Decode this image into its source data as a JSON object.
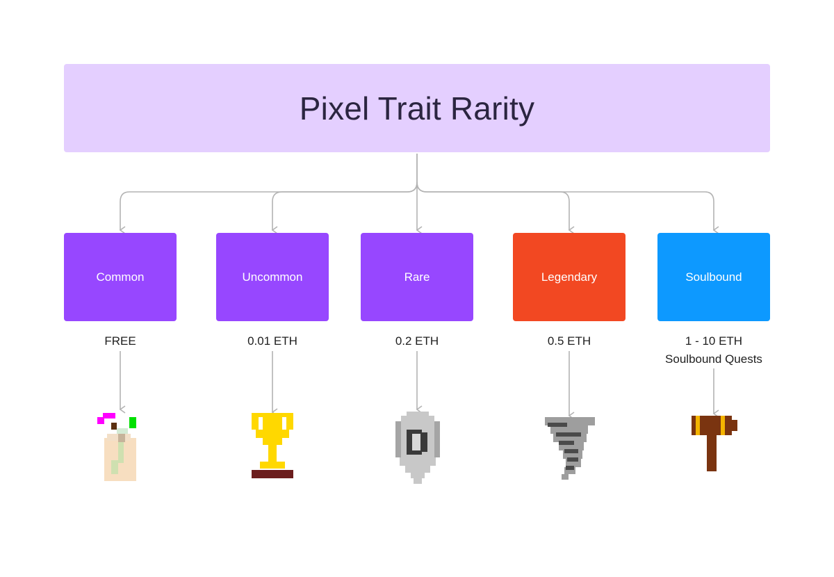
{
  "title": "Pixel Trait Rarity",
  "colors": {
    "title_bg": "#e4cfff",
    "connector": "#b3b3b3",
    "common": "#9747ff",
    "uncommon": "#9747ff",
    "rare": "#9747ff",
    "legendary": "#f24822",
    "soulbound": "#0d99ff"
  },
  "tiers": [
    {
      "label": "Common",
      "price": "FREE",
      "note": "",
      "icon": "potion-icon"
    },
    {
      "label": "Uncommon",
      "price": "0.01 ETH",
      "note": "",
      "icon": "trophy-icon"
    },
    {
      "label": "Rare",
      "price": "0.2 ETH",
      "note": "",
      "icon": "shield-icon"
    },
    {
      "label": "Legendary",
      "price": "0.5 ETH",
      "note": "",
      "icon": "tornado-icon"
    },
    {
      "label": "Soulbound",
      "price": "1 - 10 ETH",
      "note": "Soulbound Quests",
      "icon": "hammer-icon"
    }
  ]
}
